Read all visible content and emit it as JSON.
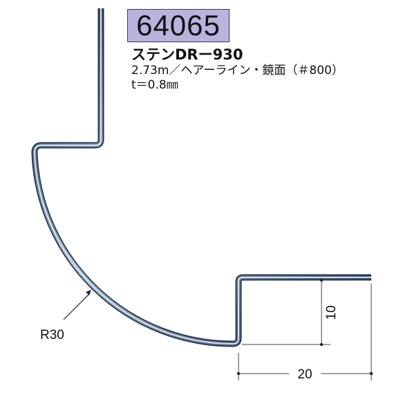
{
  "product": {
    "code": "64065",
    "name": "ステンDRー930",
    "spec_line": "2.73m／ヘアーライン・鏡面（＃800）",
    "thickness": "t＝0.8㎜"
  },
  "dimensions": {
    "radius_label": "R30",
    "height_label": "10",
    "width_label": "20"
  },
  "colors": {
    "code_box_fill": "#b9b3de",
    "profile_dark": "#1e2f4a",
    "profile_light": "#dbe5ee"
  }
}
